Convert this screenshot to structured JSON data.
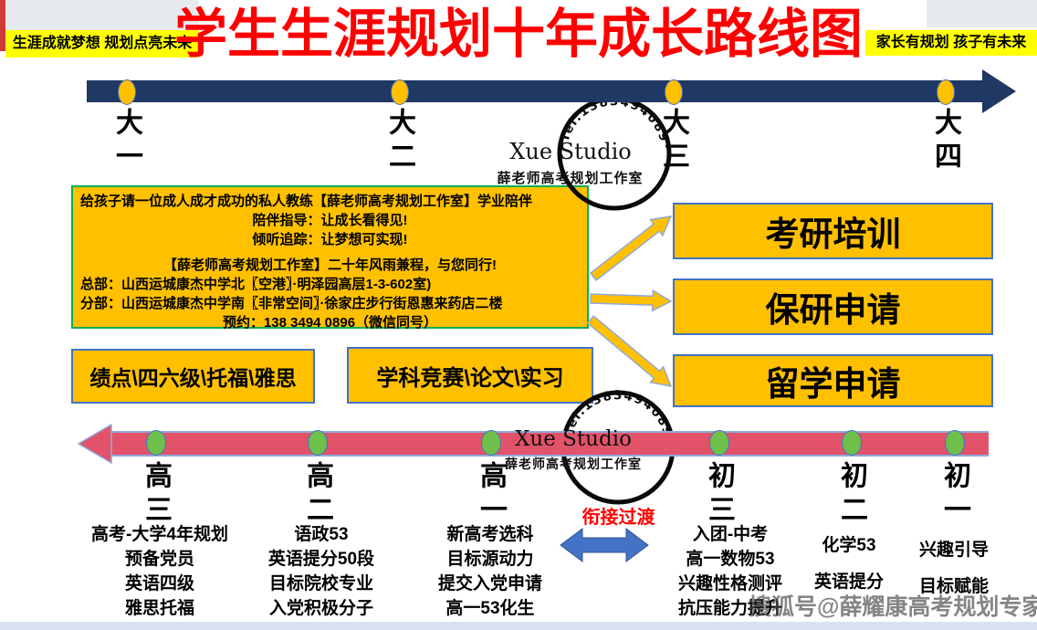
{
  "header": {
    "title": "学生生涯规划十年成长路线图",
    "left_banner": "生涯成就梦想  规划点亮未来",
    "right_banner": "家长有规划 孩子有未来",
    "title_color": "#ff0000",
    "banner_bg": "#ffff00"
  },
  "stamp": {
    "tel": "Tel:13834940896",
    "name": "Xue Studio",
    "subtitle": "薛老师高考规划工作室"
  },
  "university_timeline": {
    "labels": [
      "大一",
      "大二",
      "大三",
      "大四"
    ],
    "bar_color": "#1f3864",
    "dot_color": "#ffc000"
  },
  "info_box": {
    "bg": "#ffc000",
    "border": "#00b050",
    "lines": [
      "给孩子请一位成人成才成功的私人教练【薛老师高考规划工作室】学业陪伴",
      "陪伴指导：让成长看得见!",
      "倾听追踪：让梦想可实现!",
      "【薛老师高考规划工作室】二十年风雨兼程，与您同行!",
      "总部：山西运城康杰中学北〖空港〗·明泽园高层1-3-602室)",
      "分部：山西运城康杰中学南〖非常空间〗·徐家庄步行街恩惠来药店二楼",
      "预约：138 3494 0896（微信同号）"
    ]
  },
  "flow_boxes": [
    "考研培训",
    "保研申请",
    "留学申请"
  ],
  "skill_boxes": [
    "绩点\\四六级\\托福\\雅思",
    "学科竞赛\\论文\\实习"
  ],
  "school_timeline": {
    "bar_color": "#e2536a",
    "dot_color": "#6fbf4b"
  },
  "transition": {
    "label": "衔接过渡",
    "arrow_color": "#4472c4"
  },
  "columns": [
    {
      "grade": "高三",
      "items": [
        "高考-大学4年规划",
        "预备党员",
        "英语四级",
        "雅思托福"
      ]
    },
    {
      "grade": "高二",
      "items": [
        "语政53",
        "英语提分50段",
        "目标院校专业",
        "入党积极分子"
      ]
    },
    {
      "grade": "高一",
      "items": [
        "新高考选科",
        "目标源动力",
        "提交入党申请",
        "高一53化生"
      ]
    },
    {
      "grade": "初三",
      "items": [
        "入团-中考",
        "高一数物53",
        "兴趣性格测评",
        "抗压能力提升"
      ]
    },
    {
      "grade": "初二",
      "items": [
        "化学53",
        "英语提分"
      ]
    },
    {
      "grade": "初一",
      "items": [
        "兴趣引导",
        "目标赋能"
      ]
    }
  ],
  "watermark": "搜狐号@薛耀康高考规划专家"
}
